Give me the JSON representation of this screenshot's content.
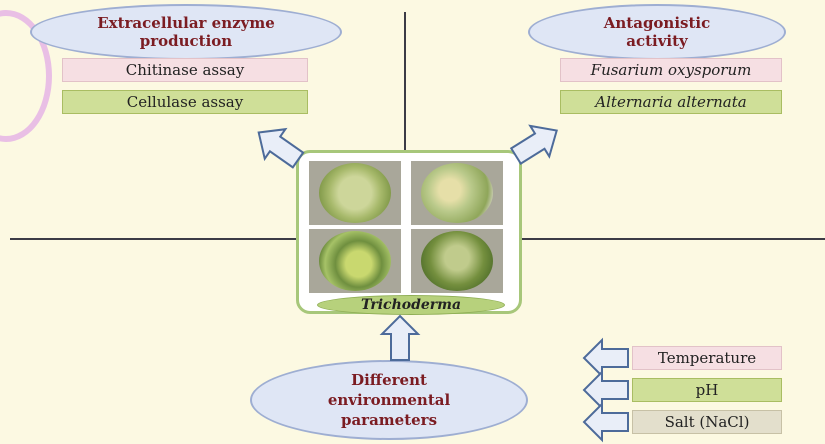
{
  "enzyme": {
    "title": "Extracellular enzyme\nproduction",
    "assays": [
      "Chitinase assay",
      "Cellulase assay"
    ]
  },
  "antagonism": {
    "title": "Antagonistic\nactivity",
    "pathogens": [
      "Fusarium oxysporum",
      "Alternaria alternata"
    ]
  },
  "center": {
    "label": "Trichoderma"
  },
  "environment": {
    "title": "Different\nenvironmental\nparameters",
    "parameters": [
      "Temperature",
      "pH",
      "Salt (NaCl)"
    ]
  },
  "colors": {
    "background": "#fcf9e2",
    "ellipse_fill": "#dfe6f5",
    "title_text": "#7b1c22",
    "pink_box": "#f6dfe3",
    "green_box": "#cfdf98",
    "tan_box": "#e3dfcc",
    "arrow_fill": "#e9eef8",
    "arrow_stroke": "#4d6b9a"
  }
}
